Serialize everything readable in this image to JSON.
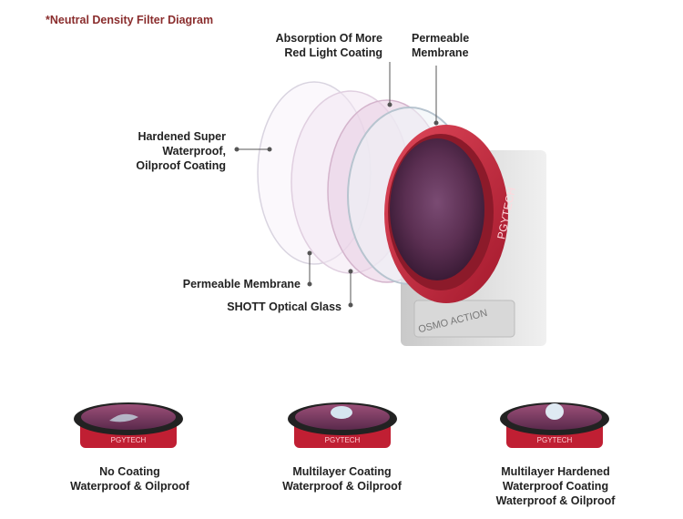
{
  "title": "*Neutral Density Filter Diagram",
  "labels": {
    "absorption": [
      "Absorption Of More",
      "Red Light Coating"
    ],
    "permeable_top": [
      "Permeable",
      "Membrane"
    ],
    "hardened": [
      "Hardened Super",
      "Waterproof,",
      "Oilproof Coating"
    ],
    "permeable_bottom": "Permeable Membrane",
    "shott": "SHOTT Optical Glass"
  },
  "camera_text": "OSMO ACTION",
  "brand_text": "PGYTECH",
  "variants": [
    {
      "lines": [
        "No Coating",
        "Waterproof & Oilproof"
      ]
    },
    {
      "lines": [
        "Multilayer Coating",
        "Waterproof & Oilproof"
      ]
    },
    {
      "lines": [
        "Multilayer Hardened",
        "Waterproof Coating",
        "Waterproof & Oilproof"
      ]
    }
  ],
  "colors": {
    "title": "#8a2d2d",
    "ring_red": "#c8283c",
    "glass": "#6b3a5a"
  }
}
